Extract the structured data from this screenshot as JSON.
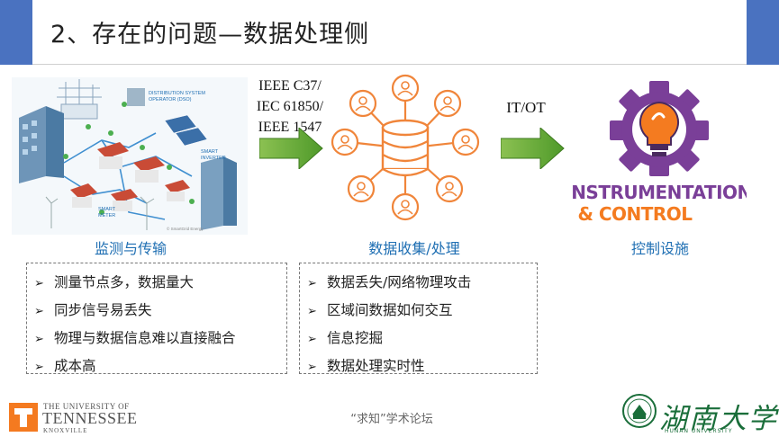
{
  "slide": {
    "title": "2、存在的问题—数据处理侧"
  },
  "illustration": {
    "label_dso_1": "DISTRIBUTION SYSTEM",
    "label_dso_2": "OPERATOR (DSO)",
    "label_inverter_1": "SMART",
    "label_inverter_2": "INVERTER",
    "label_meter_1": "SMART",
    "label_meter_2": "METER",
    "credit": "© SmartGrid Energy"
  },
  "protocols": {
    "line1": "IEEE C37/",
    "line2": "IEC 61850/",
    "line3": "IEEE 1547"
  },
  "itot": {
    "label": "IT/OT"
  },
  "control_icon": {
    "line1": "INSTRUMENTATION",
    "line2": "& CONTROL"
  },
  "sections": {
    "monitoring_label": "监测与传输",
    "data_label": "数据收集/处理",
    "control_label": "控制设施"
  },
  "box_left": {
    "items": [
      "测量节点多，数据量大",
      "同步信号易丢失",
      "物理与数据信息难以直接融合",
      "成本高"
    ]
  },
  "box_right": {
    "items": [
      "数据丢失/网络物理攻击",
      "区域间数据如何交互",
      "信息挖掘",
      "数据处理实时性"
    ]
  },
  "footer": {
    "center_text": "“求知”学术论坛",
    "utk_line1": "THE UNIVERSITY OF",
    "utk_line2": "TENNESSEE",
    "utk_line3": "KNOXVILLE",
    "hnu_calligraphy": "湖南大学",
    "hnu_english": "HUNAN UNIVERSITY"
  },
  "colors": {
    "accent_bar": "#4a72c0",
    "section_label": "#1f6fb3",
    "arrow_green": "#5aa02c",
    "hub_orange": "#f0853a",
    "gear_purple": "#7a3f98",
    "bulb_orange": "#f47b20",
    "utk_orange": "#f47a20"
  }
}
